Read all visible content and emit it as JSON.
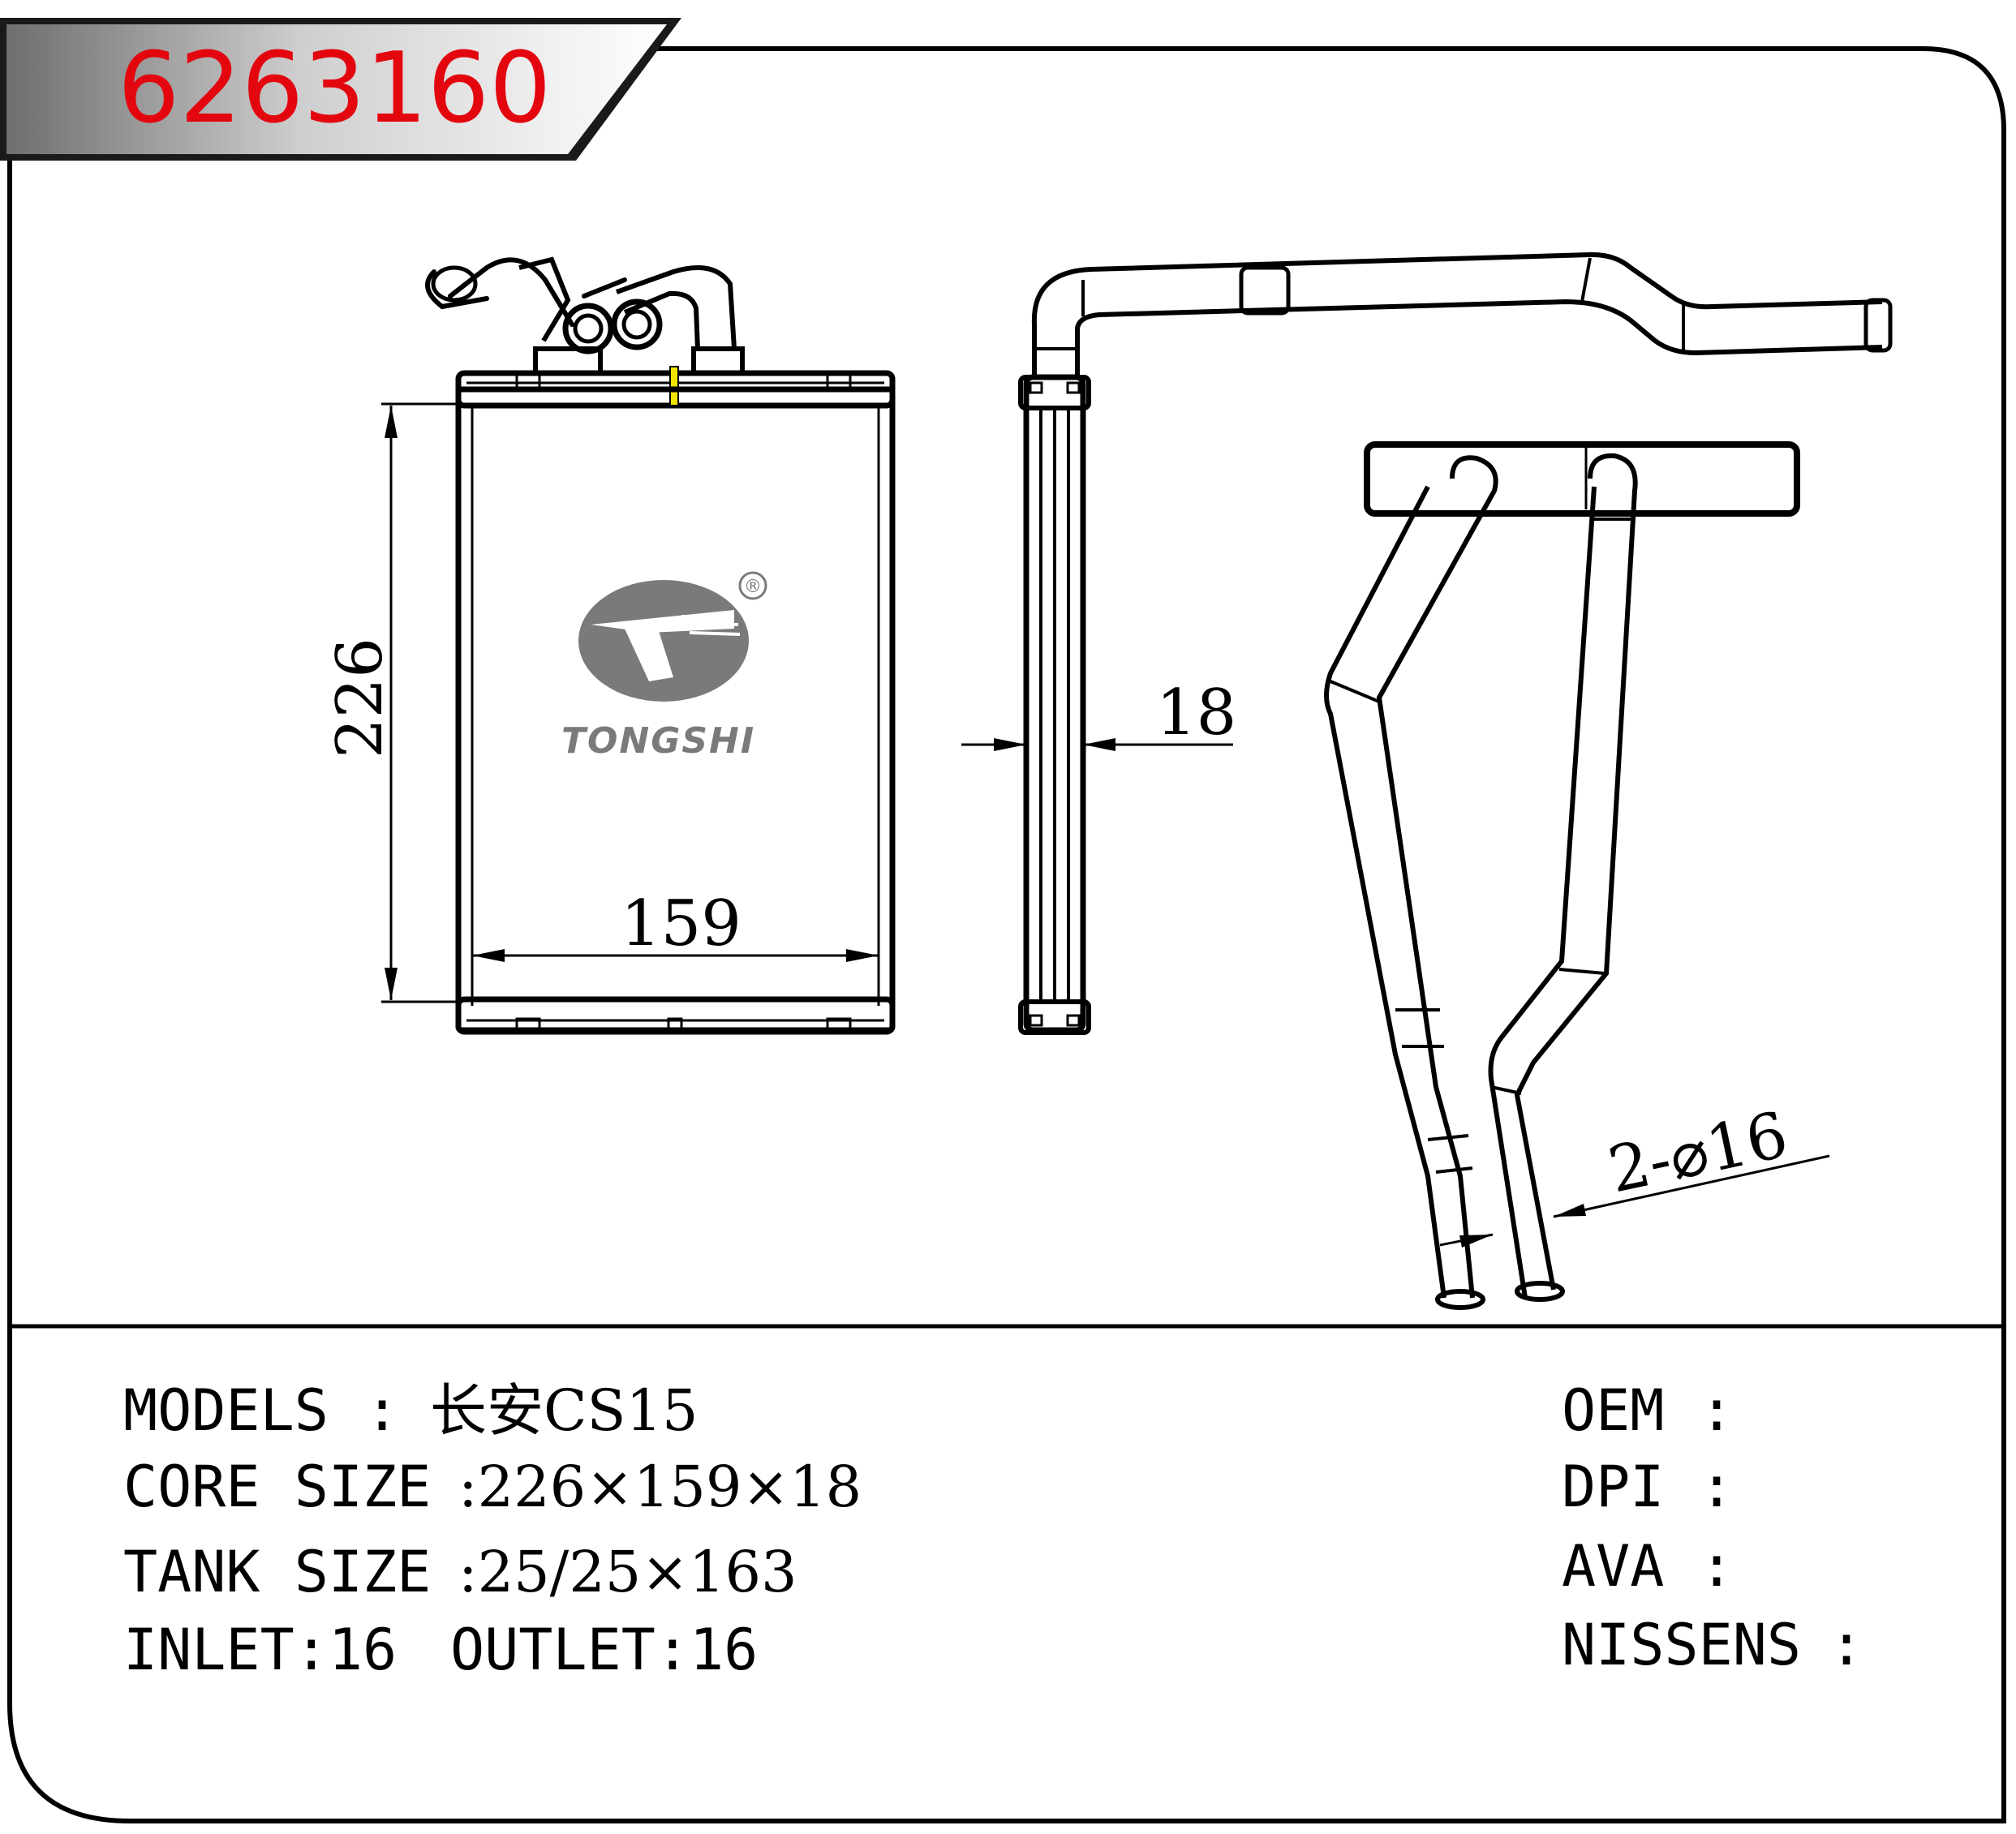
{
  "part_number": "6263160",
  "dimensions": {
    "height": "226",
    "width": "159",
    "thickness": "18",
    "pipe": "2-⌀16"
  },
  "logo": {
    "brand": "TONGSHI",
    "registered_mark": "®"
  },
  "specs": {
    "models_label": "MODELS",
    "models_sep": ":",
    "models_value": "长安CS15",
    "core_label": "CORE SIZE",
    "core_value": ":226×159×18",
    "tank_label": "TANK SIZE",
    "tank_value": ":25/25×163",
    "inlet": "INLET:16",
    "outlet": "OUTLET:16"
  },
  "references": [
    {
      "label": "OEM",
      "sep": ":"
    },
    {
      "label": "DPI",
      "sep": ":"
    },
    {
      "label": "AVA",
      "sep": ":"
    },
    {
      "label": "NISSENS",
      "sep": ":"
    }
  ],
  "colors": {
    "part_number": "#e3060f",
    "banner_gradient_start": "#6e6e6e",
    "banner_gradient_end": "#ffffff",
    "logo_gray": "#7a7a7a",
    "tank_mark": "#f0e500"
  }
}
